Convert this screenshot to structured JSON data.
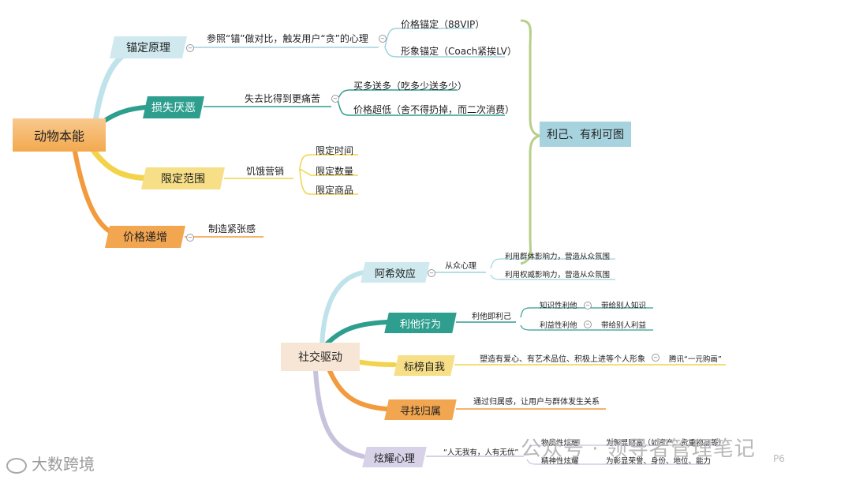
{
  "root_top": "动物本能",
  "summary": "利己、有利可图",
  "top": {
    "b1": {
      "label": "锚定原理",
      "desc": "参照“锚”做对比，触发用户“贪”的心理",
      "items": [
        "价格锚定（88VIP）",
        "形象锚定（Coach紧挨LV）"
      ]
    },
    "b2": {
      "label": "损失厌恶",
      "desc": "失去比得到更痛苦",
      "items": [
        "买多送多（吃多少送多少）",
        "价格超低（舍不得扔掉，而二次消费）"
      ]
    },
    "b3": {
      "label": "限定范围",
      "desc": "饥饿营销",
      "items": [
        "限定时间",
        "限定数量",
        "限定商品"
      ]
    },
    "b4": {
      "label": "价格递增",
      "desc": "制造紧张感"
    }
  },
  "root_bottom": "社交驱动",
  "bottom": {
    "c1": {
      "label": "阿希效应",
      "desc": "从众心理",
      "items": [
        "利用群体影响力，营造从众氛围",
        "利用权威影响力，营造从众氛围"
      ]
    },
    "c2": {
      "label": "利他行为",
      "desc": "利他即利己",
      "items": [
        {
          "name": "知识性利他",
          "detail": "带给别人知识"
        },
        {
          "name": "利益性利他",
          "detail": "带给别人利益"
        }
      ]
    },
    "c3": {
      "label": "标榜自我",
      "desc": "塑造有爱心、有艺术品位、积极上进等个人形象",
      "example": "腾讯“一元购画”"
    },
    "c4": {
      "label": "寻找归属",
      "desc": "通过归属感，让用户与群体发生关系"
    },
    "c5": {
      "label": "炫耀心理",
      "desc": "“人无我有，人有无优”",
      "items": [
        {
          "name": "物质性炫耀",
          "detail": "为彰显财富（如资产、贵重物品等）"
        },
        {
          "name": "精神性炫耀",
          "detail": "为彰显荣誉、身份、地位、能力"
        }
      ]
    }
  },
  "watermarks": {
    "left": "大数跨境",
    "right": "公众号 · 领导者管理笔记",
    "page": "P6"
  },
  "colors": {
    "blue": "#9fd2de",
    "teal": "#2e9e8f",
    "yellow": "#f2d34a",
    "orange": "#f29a3c",
    "purple": "#c8c2dd",
    "summary_bg": "#a7d3df",
    "brace": "#b7cf8a"
  }
}
